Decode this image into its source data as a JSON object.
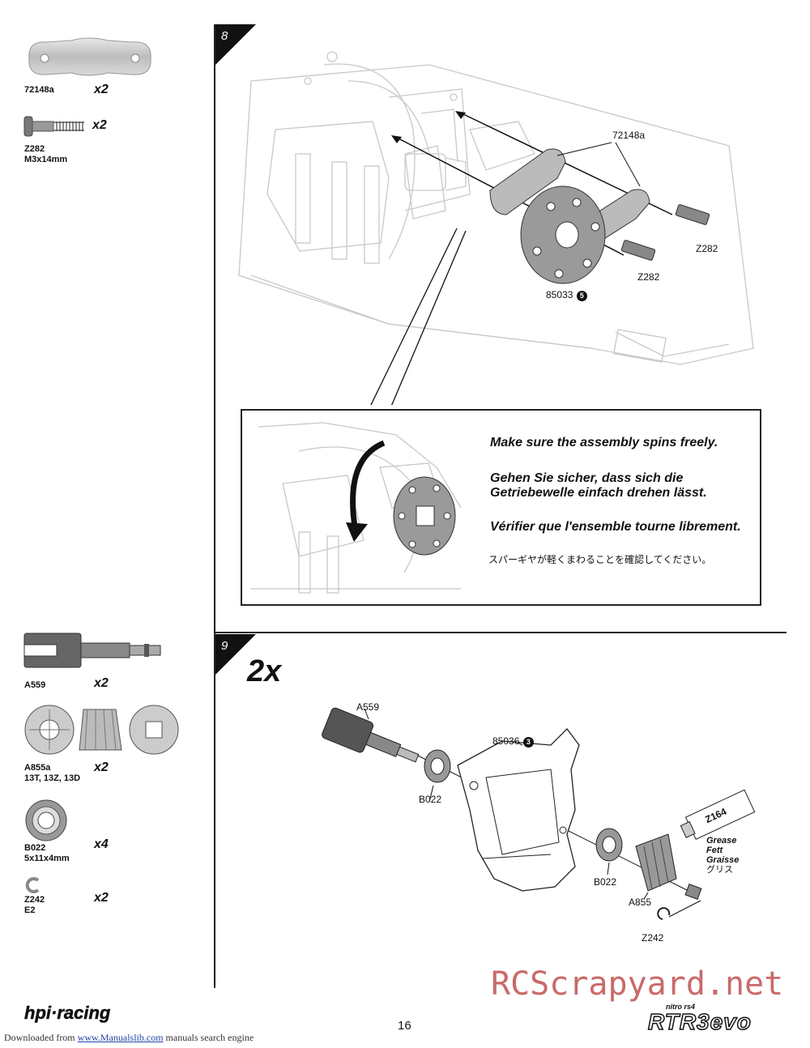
{
  "sidebar_top": [
    {
      "code": "72148a",
      "sub": "",
      "qty": "x2",
      "icon": "plate-bracket-icon"
    },
    {
      "code": "Z282",
      "sub": "M3x14mm",
      "qty": "x2",
      "icon": "screw-icon"
    }
  ],
  "sidebar_bottom": [
    {
      "code": "A559",
      "sub": "",
      "qty": "x2",
      "icon": "outdrive-icon"
    },
    {
      "code": "A855a",
      "sub": "13T, 13Z, 13D",
      "qty": "x2",
      "icon": "bevel-gear-icon"
    },
    {
      "code": "B022",
      "sub": "5x11x4mm",
      "qty": "x4",
      "icon": "bearing-icon"
    },
    {
      "code": "Z242",
      "sub": "E2",
      "qty": "x2",
      "icon": "e-clip-icon"
    }
  ],
  "step8": {
    "number": "8",
    "labels": {
      "bracket": "72148a",
      "screw_a": "Z282",
      "screw_b": "Z282",
      "gear": "85033",
      "gear_bag": "5"
    },
    "info": {
      "en": "Make sure the assembly spins freely.",
      "de1": "Gehen Sie sicher, dass sich die",
      "de2": "Getriebewelle einfach drehen lässt.",
      "fr": "Vérifier que l'ensemble tourne librement.",
      "jp": "スパーギヤが軽くまわることを確認してください。"
    }
  },
  "step9": {
    "number": "9",
    "multiplier": "2x",
    "labels": {
      "outdrive": "A559",
      "case": "85036",
      "case_bag": "3",
      "bearing_left": "B022",
      "bearing_right": "B022",
      "gear": "A855",
      "clip": "Z242",
      "grease_code": "Z164",
      "grease_en": "Grease",
      "grease_de": "Fett",
      "grease_fr": "Graisse",
      "grease_jp": "グリス"
    }
  },
  "footer": {
    "page_number": "16",
    "brand": "hpi·racing",
    "model_small": "nitro rs4",
    "model": "RTR3evo",
    "download_prefix": "Downloaded from",
    "download_link": "www.Manualslib.com",
    "download_suffix": "manuals search engine",
    "watermark": "RCScrapyard.net"
  }
}
